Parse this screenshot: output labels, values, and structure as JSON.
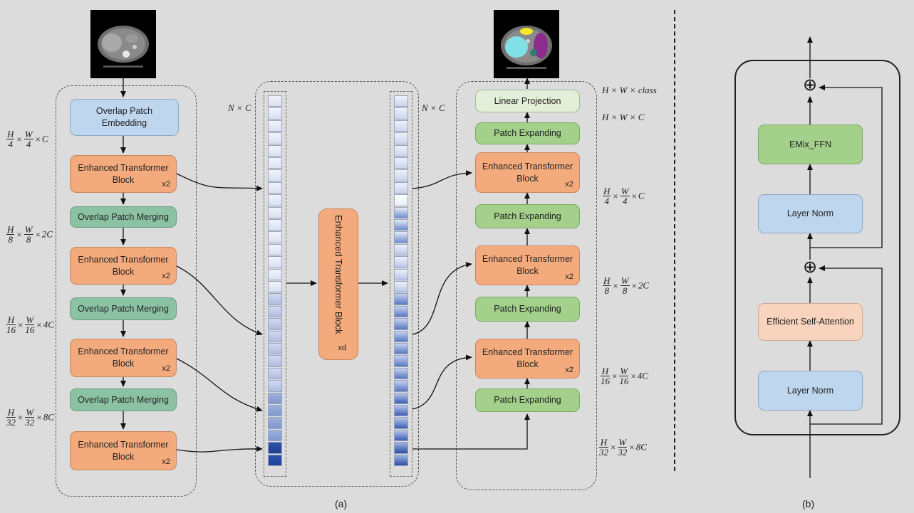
{
  "encoder": {
    "overlap_patch_embedding": "Overlap Patch\nEmbedding",
    "blocks": [
      {
        "label": "Enhanced Transformer\nBlock",
        "repeat": "x2"
      },
      {
        "label": "Enhanced Transformer\nBlock",
        "repeat": "x2"
      },
      {
        "label": "Enhanced Transformer\nBlock",
        "repeat": "x2"
      },
      {
        "label": "Enhanced Transformer\nBlock",
        "repeat": "x2"
      }
    ],
    "merging": [
      "Overlap Patch Merging",
      "Overlap Patch Merging",
      "Overlap Patch Merging"
    ]
  },
  "dims": {
    "d1": {
      "h": "H",
      "h_den": "4",
      "w": "W",
      "w_den": "4",
      "c": "C"
    },
    "d2": {
      "h": "H",
      "h_den": "8",
      "w": "W",
      "w_den": "8",
      "c": "2C"
    },
    "d3": {
      "h": "H",
      "h_den": "16",
      "w": "W",
      "w_den": "16",
      "c": "4C"
    },
    "d4": {
      "h": "H",
      "h_den": "32",
      "w": "W",
      "w_den": "32",
      "c": "8C"
    },
    "nc_left": "N × C",
    "nc_right": "N × C",
    "hwclass": "H × W × class",
    "hwc": "H × W × C"
  },
  "bottleneck": {
    "label": "Enhanced Transformer Block",
    "repeat": "xd"
  },
  "decoder": {
    "linear_projection": "Linear Projection",
    "patch_expanding": [
      "Patch Expanding",
      "Patch Expanding",
      "Patch Expanding",
      "Patch Expanding"
    ],
    "blocks": [
      {
        "label": "Enhanced Transformer\nBlock",
        "repeat": "x2"
      },
      {
        "label": "Enhanced Transformer\nBlock",
        "repeat": "x2"
      },
      {
        "label": "Enhanced Transformer\nBlock",
        "repeat": "x2"
      }
    ]
  },
  "block_detail": {
    "emix_ffn": "EMix_FFN",
    "layer_norm_top": "Layer Norm",
    "efficient_self_attention": "Efficient Self-Attention",
    "layer_norm_bottom": "Layer Norm",
    "plus": "⊕"
  },
  "captions": {
    "a": "(a)",
    "b": "(b)"
  },
  "colors": {
    "embed_blue": "#bfd7ee",
    "transformer_orange": "#f3aa7c",
    "merging_teal": "#8cc2a4",
    "expanding_green": "#a3d08a",
    "projection_pale": "#e4efd9",
    "attention_peach": "#f8d3bd"
  }
}
